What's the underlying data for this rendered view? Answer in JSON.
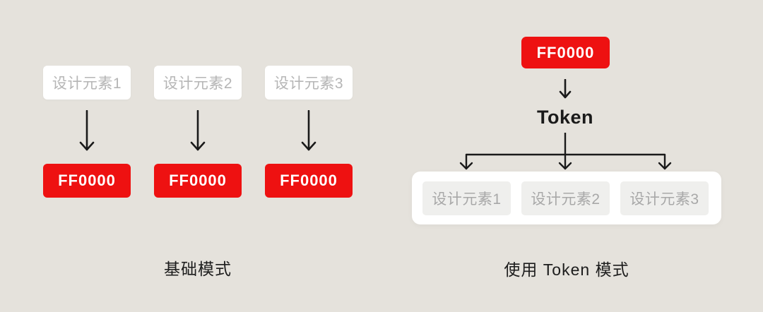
{
  "colors": {
    "background": "#E5E2DC",
    "accent_red": "#EE1111",
    "node_white": "#FFFFFF",
    "element_text_gray": "#B5B5B5",
    "token_element_bg": "#EFEFED",
    "token_element_text_gray": "#A8A8A8",
    "arrow_black": "#1A1A1A",
    "caption_black": "#1C1C1C"
  },
  "basic_mode": {
    "caption": "基础模式",
    "elements": [
      "设计元素1",
      "设计元素2",
      "设计元素3"
    ],
    "color_values": [
      "FF0000",
      "FF0000",
      "FF0000"
    ]
  },
  "token_mode": {
    "caption": "使用 Token 模式",
    "color_value": "FF0000",
    "token_label": "Token",
    "elements": [
      "设计元素1",
      "设计元素2",
      "设计元素3"
    ]
  }
}
